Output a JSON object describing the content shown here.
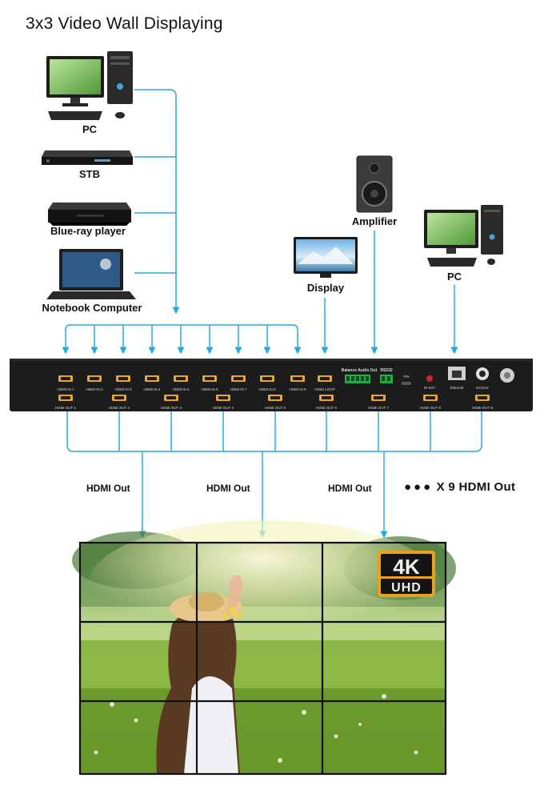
{
  "title": "3x3 Video Wall Displaying",
  "sources": {
    "pc": "PC",
    "stb": "STB",
    "bluray": "Blue-ray player",
    "notebook": "Notebook Computer"
  },
  "outputs_devices": {
    "display": "Display",
    "amplifier": "Amplifier",
    "pc": "PC"
  },
  "device_panel": {
    "hdmi_in": [
      "HDMI IN 1",
      "HDMI IN 2",
      "HDMI IN 3",
      "HDMI IN 4",
      "HDMI IN 5",
      "HDMI IN 6",
      "HDMI IN 7",
      "HDMI IN 8",
      "HDMI IN 9"
    ],
    "hdmi_loop": "HDMI LOOP",
    "hdmi_out": [
      "HDMI OUT 1",
      "HDMI OUT 2",
      "HDMI OUT 3",
      "HDMI OUT 4",
      "HDMI OUT 5",
      "HDMI OUT 6",
      "HDMI OUT 7",
      "HDMI OUT 8",
      "HDMI OUT 9"
    ],
    "audio_label": "Balance Audio Out",
    "rs232_label": "RS232",
    "fw_label": "FW",
    "ir_label": "IR-EXT",
    "ethernet_label": "Ethernet",
    "dc_label": "DC/24V"
  },
  "hdmi_out_labels": [
    "HDMI Out",
    "HDMI Out",
    "HDMI Out"
  ],
  "x9_label": "X 9  HDMI Out",
  "badge": {
    "top": "4K",
    "bottom": "UHD"
  },
  "colors": {
    "line": "#2aa9df",
    "device": "#1a1a1a",
    "badge": "#e8a020"
  }
}
